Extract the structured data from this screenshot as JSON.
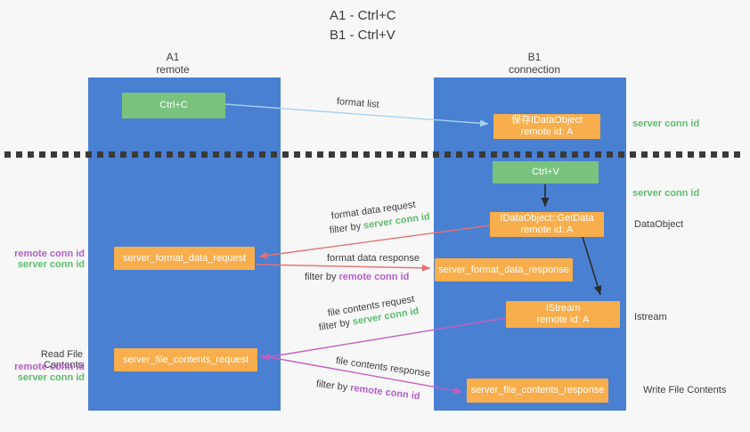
{
  "title": {
    "line1": "A1 - Ctrl+C",
    "line2": "B1 - Ctrl+V"
  },
  "lifelines": {
    "left": {
      "name": "A1",
      "role": "remote"
    },
    "right": {
      "name": "B1",
      "role": "connection"
    }
  },
  "nodes": {
    "ctrl_c": {
      "label": "Ctrl+C"
    },
    "ctrl_v": {
      "label": "Ctrl+V"
    },
    "save_dataobject": {
      "line1": "保存IDataObject",
      "line2": "remote id: A"
    },
    "getdata": {
      "line1": "IDataObject::GetData",
      "line2": "remote id: A"
    },
    "istream": {
      "line1": "IStream",
      "line2": "remote id: A"
    },
    "format_request": {
      "label": "server_format_data_request"
    },
    "format_response": {
      "label": "server_format_data_response"
    },
    "file_request": {
      "label": "server_file_contents_request"
    },
    "file_response": {
      "label": "server_file_contents_response"
    }
  },
  "arrow_labels": {
    "format_list": "format list",
    "format_data_request": "format data request",
    "format_data_response": "format data response",
    "file_contents_request": "file contents request",
    "file_contents_response": "file contents response",
    "filter_by": "filter by",
    "server_conn_id": "server conn id",
    "remote_conn_id": "remote conn id"
  },
  "side_labels": {
    "server_conn_id_top": "server conn id",
    "server_conn_id_mid": "server conn id",
    "dataobject": "DataObject",
    "istream": "Istream",
    "write_file_contents": "Write File Contents",
    "read_file_contents": "Read File Contents",
    "left_mid": {
      "remote": "remote conn id",
      "server": "server conn id"
    },
    "left_bottom": {
      "remote": "remote conn id",
      "server": "server conn id"
    }
  },
  "colors": {
    "background": "#f7f7f7",
    "lifeline_blue": "#4a80d2",
    "node_green": "#79c37f",
    "node_orange": "#f8ae4d",
    "text_green": "#5cbd6b",
    "text_purple": "#b35fc8",
    "text_dark": "#3d3d3d",
    "arrow_lightblue": "#a6d3ee",
    "arrow_black": "#2b2b2b",
    "arrow_red": "#e97070",
    "arrow_magenta": "#c55ec0",
    "dotted_line": "#3a3a3a"
  }
}
